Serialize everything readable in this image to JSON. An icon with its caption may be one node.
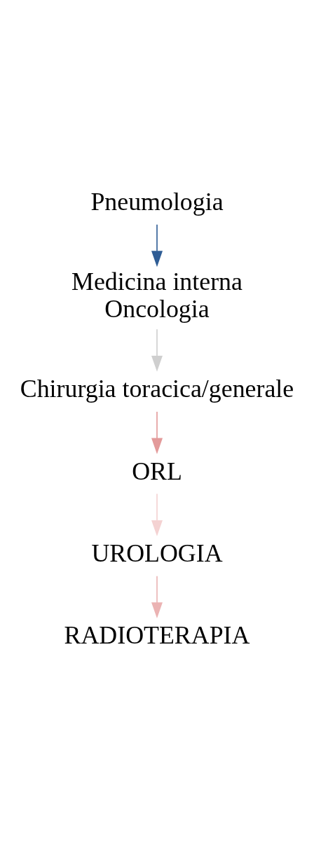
{
  "diagram": {
    "nodes": [
      {
        "text": [
          "Pneumologia"
        ]
      },
      {
        "text": [
          "Medicina interna",
          "Oncologia"
        ]
      },
      {
        "text": [
          "Chirurgia toracica/generale"
        ]
      },
      {
        "text": [
          "ORL"
        ]
      },
      {
        "text": [
          "UROLOGIA"
        ]
      },
      {
        "text": [
          "RADIOTERAPIA"
        ]
      }
    ],
    "edges": [
      {
        "from": 0,
        "to": 1,
        "arrow": "to",
        "color": "#2f5d95"
      },
      {
        "from": 1,
        "to": 2,
        "arrow": "to",
        "color": "#cfcfcf"
      },
      {
        "from": 2,
        "to": 3,
        "arrow": "to",
        "color": "#e39a9a"
      },
      {
        "from": 3,
        "to": 4,
        "arrow": "to",
        "color": "#f4d2d2"
      },
      {
        "from": 4,
        "to": 5,
        "arrow": "to",
        "color": "#ebb3b3"
      }
    ]
  }
}
